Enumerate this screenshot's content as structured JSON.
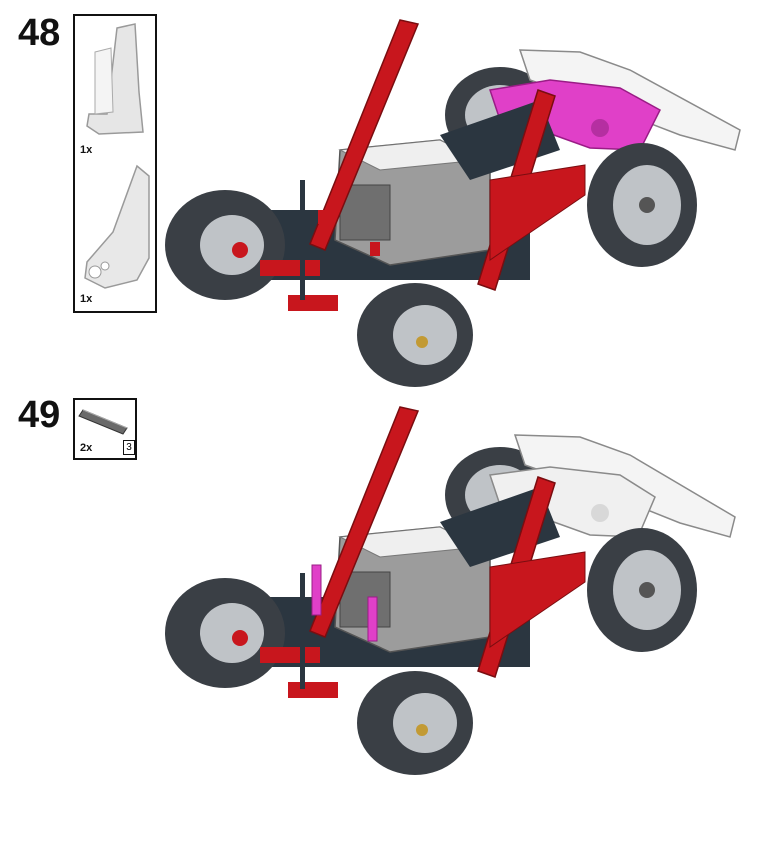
{
  "steps": [
    {
      "number": "48",
      "parts": [
        {
          "name": "white-panel-part",
          "quantity": "1x"
        },
        {
          "name": "white-curved-panel-part",
          "quantity": "1x"
        }
      ]
    },
    {
      "number": "49",
      "parts": [
        {
          "name": "dark-gray-axle-part",
          "quantity": "2x",
          "length": "3"
        }
      ]
    }
  ],
  "colors": {
    "red": "#c8161d",
    "dark": "#2b3640",
    "tire": "#3a3f45",
    "gray": "#9c9c9c",
    "white": "#f2f2f2",
    "magenta": "#e040c8"
  }
}
